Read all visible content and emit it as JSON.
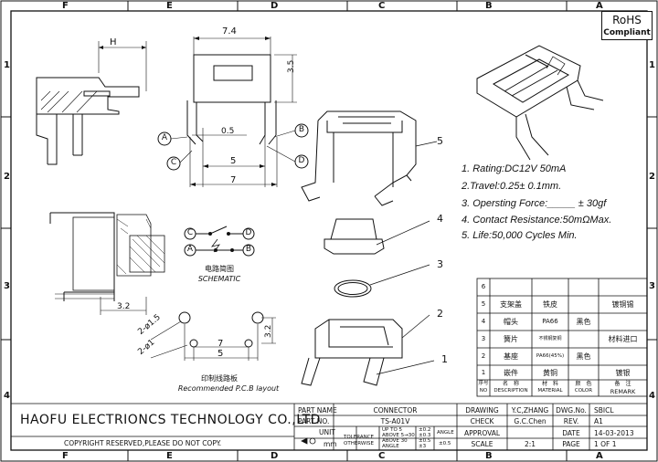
{
  "border": {
    "columns": [
      "F",
      "E",
      "D",
      "C",
      "B",
      "A"
    ],
    "rows": [
      "1",
      "2",
      "3",
      "4"
    ]
  },
  "rohs": {
    "title": "RoHS",
    "subtitle": "Compliant"
  },
  "dimensions": {
    "width_top": "7.4",
    "height_side": "3.5",
    "pin_width": "0.5",
    "pin_spacing": "5",
    "body_width": "7",
    "h_label": "H",
    "section_dim": "3.2",
    "pcb_hole_large": "2-ø1.5",
    "pcb_hole_small": "2-ø1",
    "pcb_spacing": "7",
    "pcb_pitch": "5",
    "pcb_offset": "3.2"
  },
  "pins": {
    "a": "A",
    "b": "B",
    "c": "C",
    "d": "D"
  },
  "schematic": {
    "title_cn": "电路简图",
    "title_en": "SCHEMATIC"
  },
  "pcb_layout": {
    "title_cn": "印制线路板",
    "title_en": "Recommended P.C.B layout"
  },
  "specs": [
    "1. Rating:DC12V  50mA",
    "2.Travel:0.25± 0.1mm.",
    "3. Opersting Force:_____ ± 30gf",
    "4. Contact Resistance:50mΩMax.",
    "5. Life:50,000 Cycles Min."
  ],
  "callouts": [
    "5",
    "4",
    "3",
    "2",
    "1"
  ],
  "bom": {
    "rows": [
      {
        "no": "6",
        "desc": "",
        "mat": "",
        "color": "",
        "remark": ""
      },
      {
        "no": "5",
        "desc": "支架盖",
        "mat": "铁皮",
        "color": "",
        "remark": "镀铜锡"
      },
      {
        "no": "4",
        "desc": "帽头",
        "mat": "PA66",
        "color": "黑色",
        "remark": ""
      },
      {
        "no": "3",
        "desc": "簧片",
        "mat": "不锈钢复铜",
        "color": "",
        "remark": "材料进口"
      },
      {
        "no": "2",
        "desc": "基座",
        "mat": "PA66(45%)",
        "color": "黑色",
        "remark": ""
      },
      {
        "no": "1",
        "desc": "嵌件",
        "mat": "黄铜",
        "color": "",
        "remark": "镀银"
      }
    ],
    "header": {
      "no_cn": "序号",
      "no": "NO",
      "desc_cn": "名　称",
      "desc": "DESCRIPTION",
      "mat_cn": "材　料",
      "mat": "MATERIAL",
      "color_cn": "颜　色",
      "color": "COLOR",
      "remark_cn": "备　注",
      "remark": "REMARK"
    }
  },
  "title_block": {
    "company": "HAOFU ELECTRIONCS TECHNOLOGY CO.,LTD",
    "copyright": "COPYRIGHT RESERVED,PLEASE DO NOT COPY.",
    "part_name_label": "PART NAME",
    "part_name": "CONNECTOR",
    "part_no_label": "PART NO.",
    "part_no": "TS-A01V",
    "unit_label": "UNIT",
    "unit": "mm",
    "tolerance_label": "TOLERANCE",
    "otherwise_label": "OTHERWISE",
    "tol_rows": [
      {
        "range": "UP TO 5",
        "tol": "±0.2"
      },
      {
        "range": "ABOVE 5→30",
        "tol": "±0.3"
      },
      {
        "range": "ABOVE 30",
        "tol": "±0.5"
      },
      {
        "range": "ANGLE",
        "tol": "±3"
      }
    ],
    "angle_label": "ANGLE",
    "angle": "±0.5",
    "drawing_label": "DRAWING",
    "drawing": "Y.C,ZHANG",
    "check_label": "CHECK",
    "check": "G.C.Chen",
    "approval_label": "APPROVAL",
    "approval": "",
    "scale_label": "SCALE",
    "scale": "2:1",
    "dwg_label": "DWG.No.",
    "dwg": "SBICL",
    "rev_label": "REV.",
    "rev": "A1",
    "date_label": "DATE",
    "date": "14-03-2013",
    "page_label": "PAGE",
    "page": "1 OF 1"
  }
}
